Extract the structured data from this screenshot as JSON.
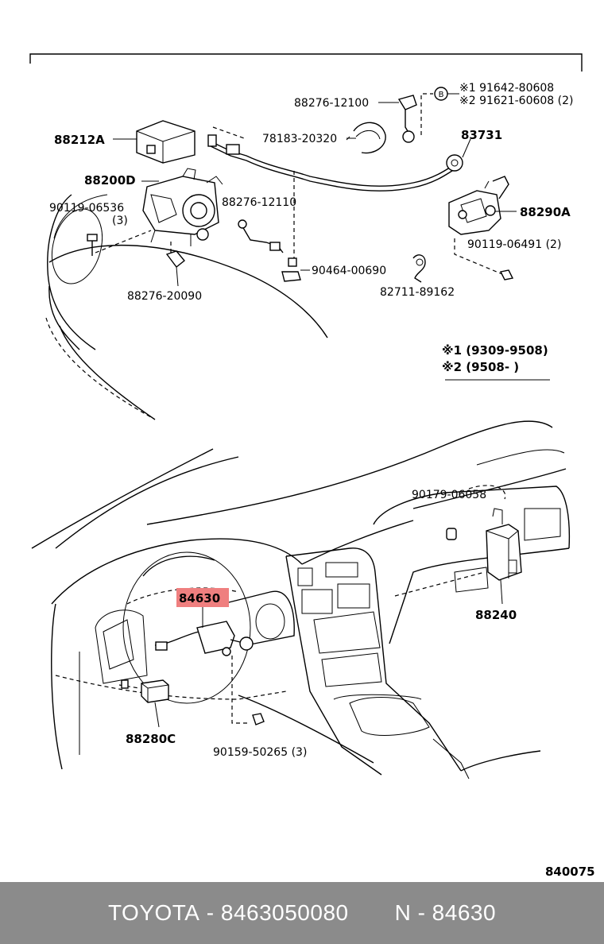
{
  "labels": {
    "p88212A": "88212A",
    "p88200D": "88200D",
    "p90119_06536": "90119-06536",
    "p90119_06536_qty": "(3)",
    "p88276_20090": "88276-20090",
    "p88276_12100": "88276-12100",
    "p78183_20320": "78183-20320",
    "p88276_12110": "88276-12110",
    "p90464_00690": "90464-00690",
    "p82711_89162": "82711-89162",
    "p83731": "83731",
    "p88290A": "88290A",
    "p90119_06491": "90119-06491 (2)",
    "ref1_part": "※1  91642-80608",
    "ref2_part": "※2  91621-60608 (2)",
    "note1": "※1 (9309-9508)",
    "note2": "※2 (9508-        )",
    "p90179_06058": "90179-06058",
    "p88240": "88240",
    "p84630": "84630",
    "p88280C": "88280C",
    "p90159_50265": "90159-50265 (3)",
    "diagram_number": "840075",
    "b_marker": "B"
  },
  "footer": {
    "brand": "TOYOTA",
    "sep1": " - ",
    "part_number": "8463050080",
    "gap": "       ",
    "catalog": "N - 84630"
  },
  "colors": {
    "highlight": "#ef7f7f",
    "footer_bg": "#8b8b8b",
    "footer_text": "#ffffff"
  }
}
